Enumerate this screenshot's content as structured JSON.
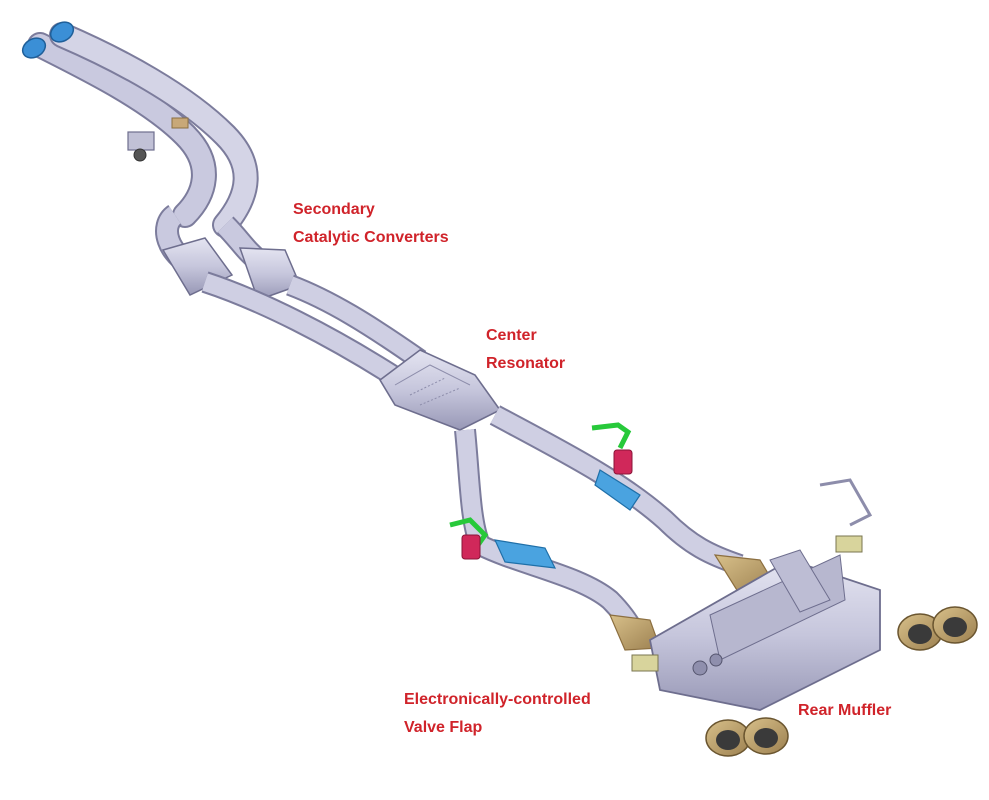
{
  "labels": {
    "secondary_cats": {
      "line1": "Secondary",
      "line2": "Catalytic Converters"
    },
    "center_resonator": {
      "line1": "Center",
      "line2": "Resonator"
    },
    "valve_flap": {
      "line1": "Electronically-controlled",
      "line2": "Valve Flap"
    },
    "rear_muffler": {
      "line1": "Rear Muffler"
    }
  },
  "colors": {
    "label_text": "#d0232a",
    "pipe": "#c9c9df",
    "pipe_dark": "#9d9dbb",
    "pipe_edge": "#7c7c9c",
    "flange_blue": "#3b8fd6",
    "heat_shield": "#4aa3e0",
    "bracket_green": "#27c93a",
    "hanger_magenta": "#d0285a",
    "tip_gold": "#b59a62",
    "y_pipe_gold": "#c8a878"
  }
}
